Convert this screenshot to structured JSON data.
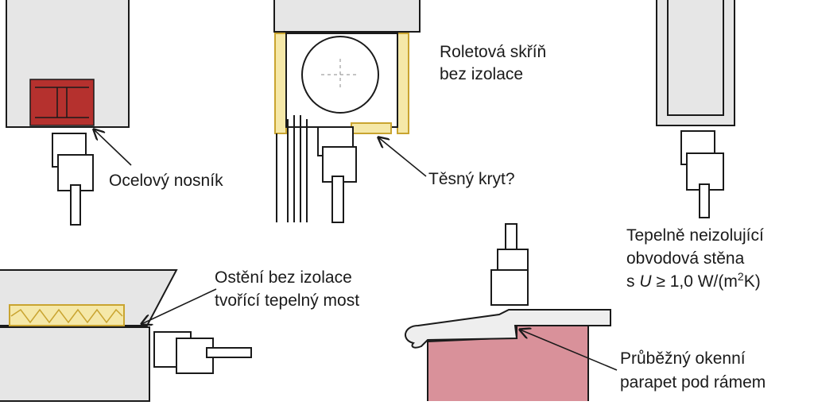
{
  "labels": {
    "steel_beam": "Ocelový nosník",
    "roller_box_line1": "Roletová skříň",
    "roller_box_line2": "bez izolace",
    "tight_cover": "Těsný kryt?",
    "wall_line1": "Tepelně neizolující",
    "wall_line2": "obvodová stěna",
    "wall_line3_prefix": "s ",
    "wall_line3_var": "U",
    "wall_line3_value": " ≥ 1,0 W/(m",
    "wall_line3_exp": "2",
    "wall_line3_suffix": "K)",
    "reveal_line1": "Ostění bez izolace",
    "reveal_line2": "tvořící tepelný most",
    "sill_line1": "Průběžný okenní",
    "sill_line2": "parapet pod rámem"
  },
  "colors": {
    "line": "#1a1a1a",
    "wall_fill": "#e6e6e6",
    "steel_beam": "#b5312e",
    "insulation": "#f5e8a8",
    "insulation_edge": "#c9a430",
    "parapet_fill": "#d9919a"
  }
}
